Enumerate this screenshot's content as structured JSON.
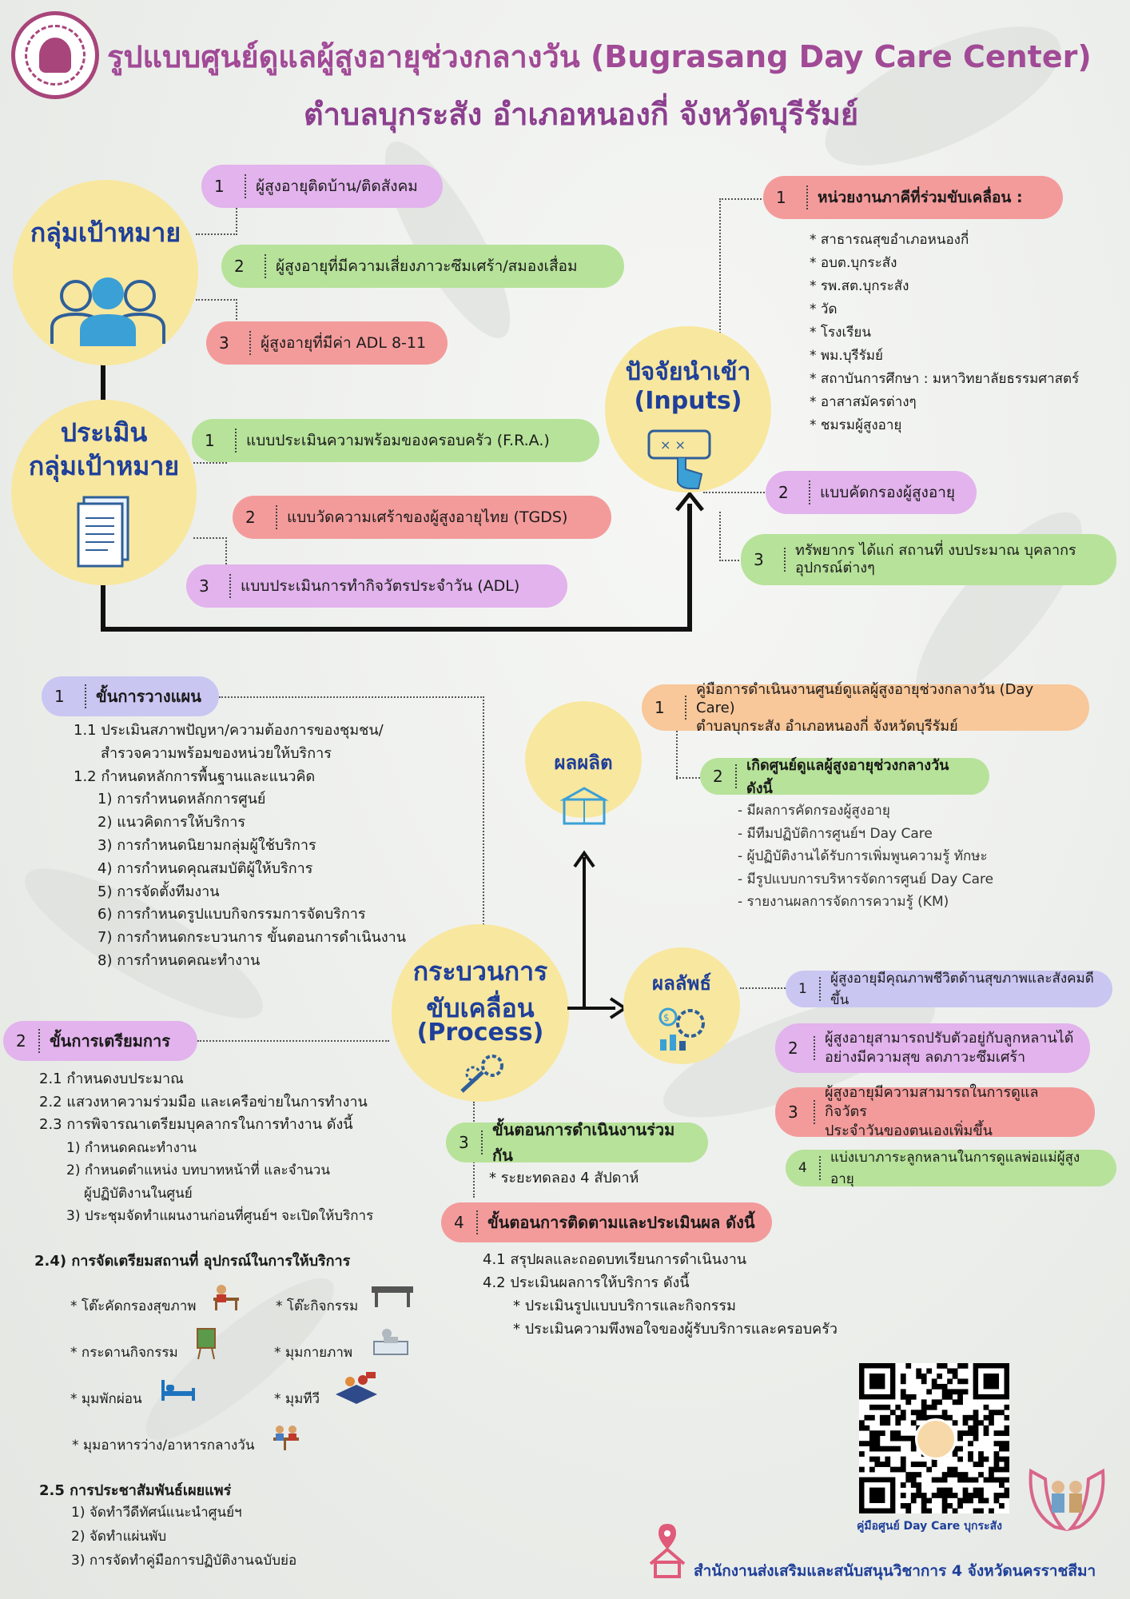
{
  "header": {
    "title_line1": "รูปแบบศูนย์ดูแลผู้สูงอายุช่วงกลางวัน  (Bugrasang Day Care Center)",
    "title_line2": "ตำบลบุกระสัง อำเภอหนองกี่ จังหวัดบุรีรัมย์"
  },
  "target_group": {
    "title": "กลุ่มเป้าหมาย",
    "items": [
      {
        "num": "1",
        "label": "ผู้สูงอายุติดบ้าน/ติดสังคม"
      },
      {
        "num": "2",
        "label": "ผู้สูงอายุที่มีความเสี่ยงภาวะซึมเศร้า/สมองเสื่อม"
      },
      {
        "num": "3",
        "label": "ผู้สูงอายุที่มีค่า ADL 8-11"
      }
    ]
  },
  "assessment": {
    "title_line1": "ประเมิน",
    "title_line2": "กลุ่มเป้าหมาย",
    "items": [
      {
        "num": "1",
        "label": "แบบประเมินความพร้อมของครอบครัว (F.R.A.)"
      },
      {
        "num": "2",
        "label": "แบบวัดความเศร้าของผู้สูงอายุไทย (TGDS)"
      },
      {
        "num": "3",
        "label": "แบบประเมินการทำกิจวัตรประจำวัน (ADL)"
      }
    ]
  },
  "inputs": {
    "title_line1": "ปัจจัยนำเข้า",
    "title_line2": "(Inputs)",
    "item1": {
      "num": "1",
      "label": "หน่วยงานภาคีที่ร่วมขับเคลื่อน :"
    },
    "partners": [
      "* สาธารณสุขอำเภอหนองกี่",
      "* อบต.บุกระสัง",
      "* รพ.สต.บุกระสัง",
      "* วัด",
      "* โรงเรียน",
      "* พม.บุรีรัมย์",
      "* สถาบันการศึกษา : มหาวิทยาลัยธรรมศาสตร์",
      "* อาสาสมัครต่างๆ",
      "* ชมรมผู้สูงอายุ"
    ],
    "item2": {
      "num": "2",
      "label": "แบบคัดกรองผู้สูงอายุ"
    },
    "item3": {
      "num": "3",
      "line1": "ทรัพยากร ได้แก่ สถานที่ งบประมาณ บุคลากร",
      "line2": "อุปกรณ์ต่างๆ"
    }
  },
  "planning": {
    "num": "1",
    "label": "ขั้นการวางแผน",
    "lines": [
      "1.1 ประเมินสภาพปัญหา/ความต้องการของชุมชน/",
      "สำรวจความพร้อมของหน่วยให้บริการ",
      "1.2 กำหนดหลักการพื้นฐานและแนวคิด",
      "1) การกำหนดหลักการศูนย์",
      "2) แนวคิดการให้บริการ",
      "3) การกำหนดนิยามกลุ่มผู้ใช้บริการ",
      "4) การกำหนดคุณสมบัติผู้ให้บริการ",
      "5) การจัดตั้งทีมงาน",
      "6) การกำหนดรูปแบบกิจกรรมการจัดบริการ",
      "7) การกำหนดกระบวนการ ขั้นตอนการดำเนินงาน",
      "8) การกำหนดคณะทำงาน"
    ]
  },
  "preparation": {
    "num": "2",
    "label": "ขั้นการเตรียมการ",
    "lines": [
      "2.1 กำหนดงบประมาณ",
      "2.2 แสวงหาความร่วมมือ และเครือข่ายในการทำงาน",
      "2.3 การพิจารณาเตรียมบุคลากรในการทำงาน ดังนี้",
      "1) กำหนดคณะทำงาน",
      "2) กำหนดตำแหน่ง บทบาทหน้าที่ และจำนวน",
      "ผู้ปฏิบัติงานในศูนย์",
      "3) ประชุมจัดทำแผนงานก่อนที่ศูนย์ฯ จะเปิดให้บริการ"
    ],
    "facilities_title": "2.4) การจัดเตรียมสถานที่ อุปกรณ์ในการให้บริการ",
    "facilities": [
      "* โต๊ะคัดกรองสุขภาพ",
      "* โต๊ะกิจกรรม",
      "* กระดานกิจกรรม",
      "* มุมกายภาพ",
      "* มุมพักผ่อน",
      "* มุมทีวี",
      "* มุมอาหารว่าง/อาหารกลางวัน"
    ],
    "pr_title": "2.5 การประชาสัมพันธ์เผยแพร่",
    "pr": [
      "1) จัดทำวีดีทัศน์แนะนำศูนย์ฯ",
      "2) จัดทำแผ่นพับ",
      "3) การจัดทำคู่มือการปฏิบัติงานฉบับย่อ"
    ]
  },
  "process": {
    "title_line1": "กระบวนการ",
    "title_line2": "ขับเคลื่อน",
    "title_line3": "(Process)"
  },
  "step3": {
    "num": "3",
    "label": "ขั้นตอนการดำเนินงานร่วมกัน",
    "detail": "* ระยะทดลอง 4 สัปดาห์"
  },
  "step4": {
    "num": "4",
    "label": "ขั้นตอนการติดตามและประเมินผล ดังนี้",
    "lines": [
      "4.1 สรุปผลและถอดบทเรียนการดำเนินงาน",
      "4.2 ประเมินผลการให้บริการ ดังนี้",
      "* ประเมินรูปแบบบริการและกิจกรรม",
      "* ประเมินความพึงพอใจของผู้รับบริการและครอบครัว"
    ]
  },
  "output": {
    "title": "ผลผลิต",
    "item1": {
      "num": "1",
      "line1": "คู่มือการดำเนินงานศูนย์ดูแลผู้สูงอายุช่วงกลางวัน (Day Care)",
      "line2": "ตำบลบุกระสัง อำเภอหนองกี่ จังหวัดบุรีรัมย์"
    },
    "item2": {
      "num": "2",
      "label": "เกิดศูนย์ดูแลผู้สูงอายุช่วงกลางวัน ดังนี้"
    },
    "details": [
      "- มีผลการคัดกรองผู้สูงอายุ",
      "- มีทีมปฏิบัติการศูนย์ฯ Day Care",
      "- ผู้ปฏิบัติงานได้รับการเพิ่มพูนความรู้ ทักษะ",
      "- มีรูปแบบการบริหารจัดการศูนย์ Day Care",
      "- รายงานผลการจัดการความรู้ (KM)"
    ]
  },
  "outcome": {
    "title": "ผลลัพธ์",
    "item1": {
      "num": "1",
      "label": "ผู้สูงอายุมีคุณภาพชีวิตด้านสุขภาพและสังคมดีขึ้น"
    },
    "item2": {
      "num": "2",
      "line1": "ผู้สูงอายุสามารถปรับตัวอยู่กับลูกหลานได้",
      "line2": "อย่างมีความสุข ลดภาวะซึมเศร้า"
    },
    "item3": {
      "num": "3",
      "line1": "ผู้สูงอายุมีความสามารถในการดูแลกิจวัตร",
      "line2": "ประจำวันของตนเองเพิ่มขึ้น"
    },
    "item4": {
      "num": "4",
      "label": "แบ่งเบาภาระลูกหลานในการดูแลพ่อแม่ผู้สูงอายุ"
    }
  },
  "footer": {
    "qr_caption": "คู่มือศูนย์ Day Care บุกระสัง",
    "office": "สำนักงานส่งเสริมและสนับสนุนวิชาการ 4  จังหวัดนครราชสีมา"
  },
  "colors": {
    "title": "#a14a96",
    "circle": "#f8e79f",
    "heading": "#1e3f9a",
    "purple": "#e2b3ec",
    "green": "#b7e29a",
    "salmon": "#f39b9b",
    "orange": "#f8c79a",
    "lilac": "#c9c6f2"
  }
}
